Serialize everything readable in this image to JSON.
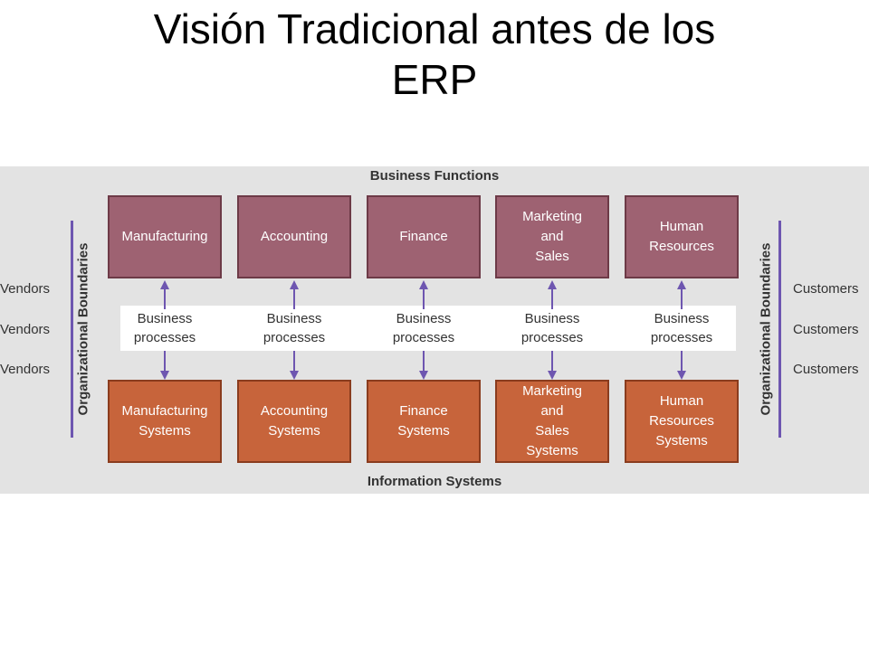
{
  "title": [
    "Visión Tradicional antes de los",
    "ERP"
  ],
  "diagram": {
    "top_label": "Business Functions",
    "bottom_label": "Information Systems",
    "left_boundary_label": "Organizational Boundaries",
    "right_boundary_label": "Organizational Boundaries",
    "functions": [
      "Manufacturing",
      "Accounting",
      "Finance",
      "Marketing\nand\nSales",
      "Human\nResources"
    ],
    "processes": [
      "Business\nprocesses",
      "Business\nprocesses",
      "Business\nprocesses",
      "Business\nprocesses",
      "Business\nprocesses"
    ],
    "systems": [
      "Manufacturing\nSystems",
      "Accounting\nSystems",
      "Finance\nSystems",
      "Marketing\nand\nSales\nSystems",
      "Human\nResources\nSystems"
    ],
    "left_items": [
      "Vendors",
      "Vendors",
      "Vendors"
    ],
    "right_items": [
      "Customers",
      "Customers",
      "Customers"
    ],
    "colors": {
      "function_box": "#9e6272",
      "system_box": "#c7643b",
      "arrow": "#6e56b0",
      "panel": "#e3e3e3"
    }
  }
}
